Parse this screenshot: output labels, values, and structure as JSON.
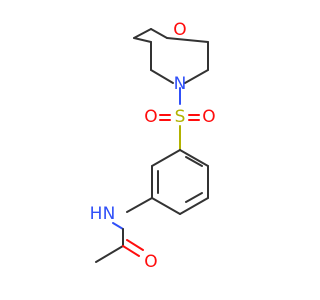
{
  "atoms": {
    "morpholine_oxygen": "O",
    "morpholine_nitrogen": "N",
    "sulfur": "S",
    "sulfonyl_oxygen_left": "O",
    "sulfonyl_oxygen_right": "O",
    "amide_nitrogen": "N",
    "amide_hydrogen": "H",
    "carbonyl_oxygen": "O"
  },
  "colors": {
    "bond": "#333333",
    "oxygen": "#ff0d0d",
    "nitrogen": "#3050f8",
    "sulfur": "#b2b200"
  }
}
